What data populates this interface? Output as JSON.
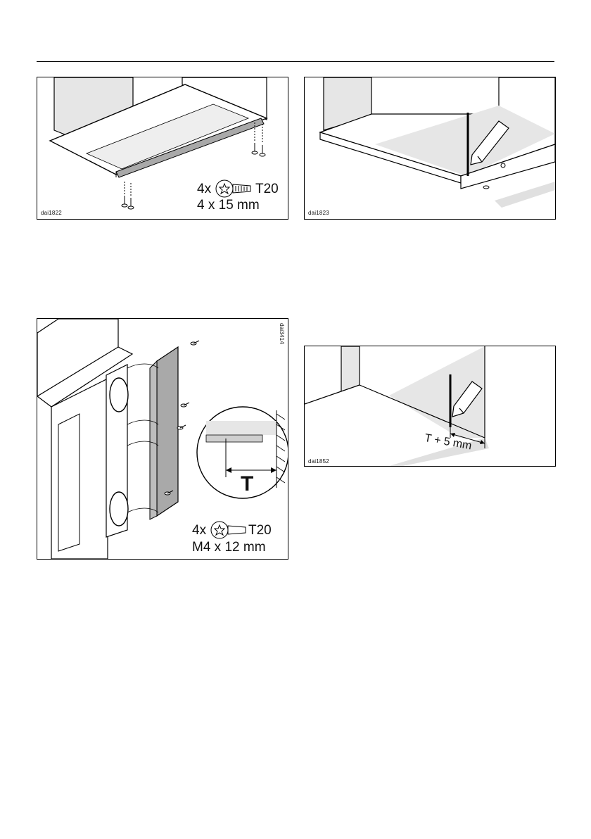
{
  "figures": {
    "fig1": {
      "code": "dai1822",
      "qty": "4x",
      "bit": "T20",
      "size": "4 x 15 mm"
    },
    "fig2": {
      "code": "dai1823"
    },
    "fig3": {
      "code": "dai3414",
      "qty": "4x",
      "bit": "T20",
      "size": "M4 x 12 mm",
      "dim": "T"
    },
    "fig4": {
      "code": "dai1852",
      "dim": "T + 5 mm"
    }
  },
  "colors": {
    "line": "#000000",
    "panel": "#e6e6e6",
    "rail": "#a9a9a9"
  }
}
